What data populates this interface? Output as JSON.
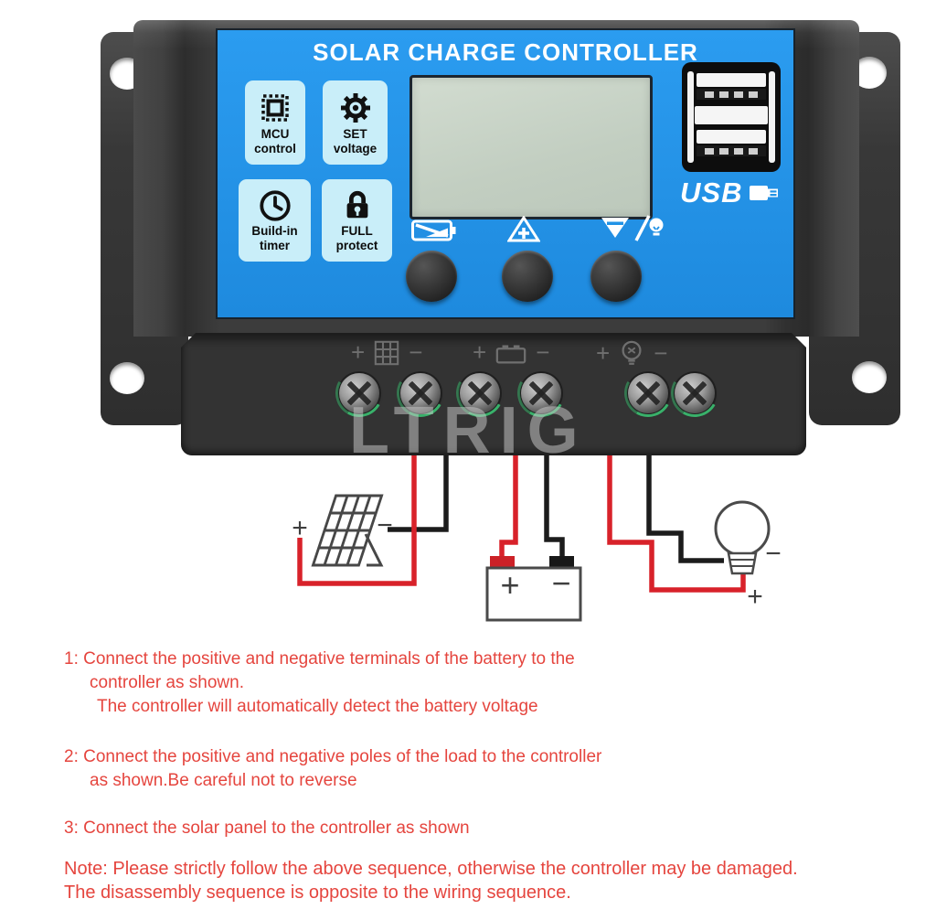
{
  "device": {
    "title": "SOLAR CHARGE CONTROLLER",
    "features": [
      {
        "icon": "mcu-chip-icon",
        "line1": "MCU",
        "line2": "control"
      },
      {
        "icon": "gear-icon",
        "line1": "SET",
        "line2": "voltage"
      },
      {
        "icon": "clock-icon",
        "line1": "Build-in",
        "line2": "timer"
      },
      {
        "icon": "padlock-icon",
        "line1": "FULL",
        "line2": "protect"
      }
    ],
    "usb_label": "USB",
    "button_icons": [
      "battery-type-icon",
      "increase-icon",
      "decrease-load-icon"
    ],
    "terminal_groups": [
      {
        "plus": "+",
        "minus": "−",
        "icon": "solar-panel-icon"
      },
      {
        "plus": "+",
        "minus": "−",
        "icon": "battery-icon"
      },
      {
        "plus": "+",
        "minus": "−",
        "icon": "lamp-icon"
      }
    ]
  },
  "watermark": "LTRIG",
  "diagram": {
    "solar_panel": {
      "plus": "+",
      "minus": "−"
    },
    "battery": {
      "plus": "+",
      "minus": "−"
    },
    "bulb": {
      "minus": "−",
      "plus": "+"
    }
  },
  "instructions": {
    "step1": [
      "1: Connect the positive and negative terminals of the battery to the",
      "controller as shown.",
      "The controller will automatically detect the battery voltage"
    ],
    "step2": [
      "2: Connect the positive and negative poles of the load to the controller",
      "as shown.Be careful not to reverse"
    ],
    "step3": [
      "3: Connect the solar panel to the controller as shown"
    ],
    "note": [
      "Note: Please strictly follow the above sequence, otherwise the controller may be damaged.",
      "The disassembly sequence is opposite to the wiring sequence."
    ]
  },
  "colors": {
    "panel_blue": "#2193e6",
    "badge_bg": "#c9eef9",
    "lcd_green": "#c8d3c6",
    "body_gray": "#3c3c3c",
    "text_red": "#e5453e",
    "wire_red": "#d8222a",
    "wire_black": "#1c1c1c",
    "screw_green_ring": "#39b06a"
  }
}
